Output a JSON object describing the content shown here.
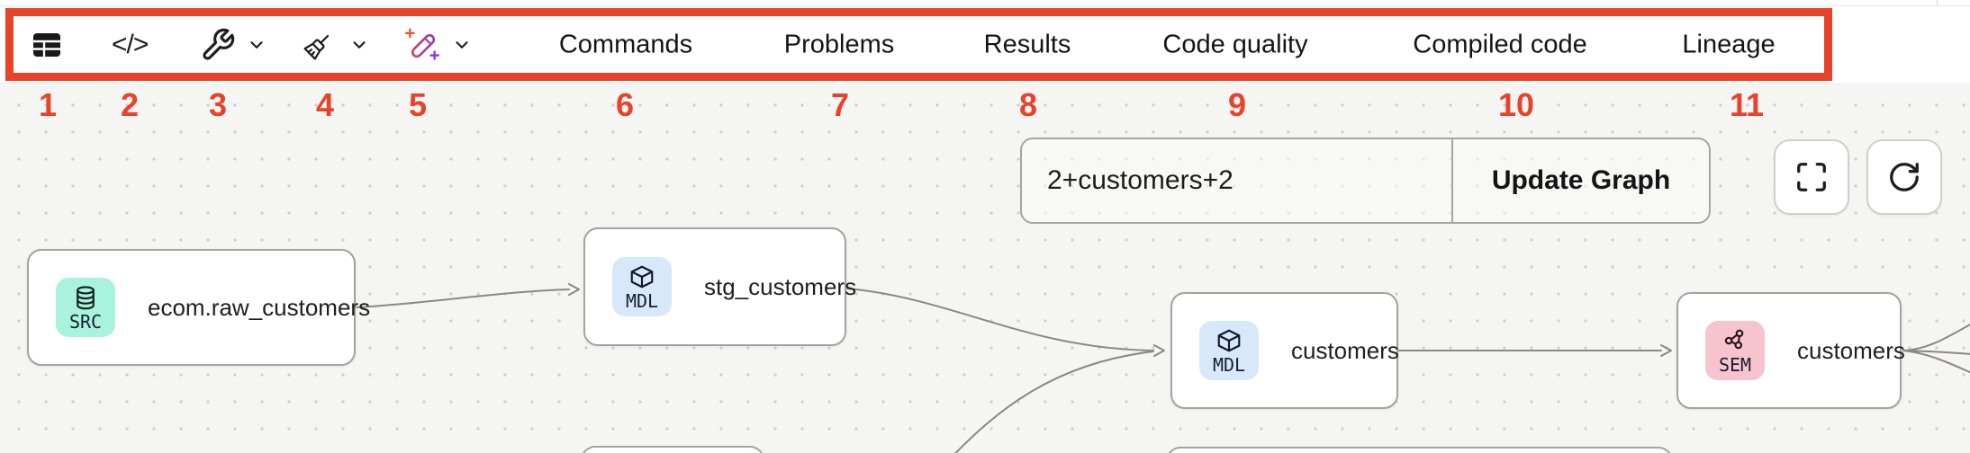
{
  "colors": {
    "annotation_red": "#e8432a",
    "toolbar_bg": "#ffffff",
    "canvas_bg": "#f5f5f3",
    "edge": "#8d8881",
    "node_border": "#a7a29b",
    "src_badge_bg": "#a9f2de",
    "mdl_badge_bg": "#d8e8fb",
    "sem_badge_bg": "#f7c4ce",
    "wand_gradient_start": "#e2512b",
    "wand_gradient_end": "#7c3aed"
  },
  "toolbar": {
    "icons": [
      "table-icon",
      "code-icon",
      "wrench-icon",
      "broom-icon",
      "magic-wand-icon",
      "chevron-down-icon"
    ],
    "code_glyph": "</>",
    "tabs": [
      "Commands",
      "Problems",
      "Results",
      "Code quality",
      "Compiled code",
      "Lineage"
    ]
  },
  "annotation_markers": [
    "1",
    "2",
    "3",
    "4",
    "5",
    "6",
    "7",
    "8",
    "9",
    "10",
    "11"
  ],
  "lineage": {
    "controls": {
      "filter_value": "2+customers+2",
      "update_button_label": "Update Graph",
      "corner_buttons": [
        "fullscreen-icon",
        "refresh-icon"
      ]
    },
    "nodes": [
      {
        "badge": "SRC",
        "title": "ecom.raw_customers",
        "icon": "database-icon"
      },
      {
        "badge": "MDL",
        "title": "stg_customers",
        "icon": "cube-icon"
      },
      {
        "badge": "MDL",
        "title": "customers",
        "icon": "cube-icon"
      },
      {
        "badge": "SEM",
        "title": "customers",
        "icon": "semantic-graph-icon"
      }
    ]
  }
}
